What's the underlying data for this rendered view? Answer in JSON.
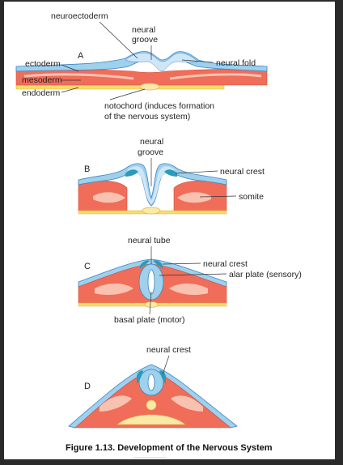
{
  "figure": {
    "caption": "Figure 1.13.  Development of the Nervous System",
    "colors": {
      "ectoderm": "#9fd0ec",
      "ectoderm_edge": "#3c86c4",
      "neural_plate": "#cfe6f6",
      "mesoderm": "#f06d5a",
      "mesoderm_light": "#f9c2b0",
      "endoderm": "#f7dc6a",
      "neural_crest": "#2a9bb8",
      "notochord": "#fbe9a8"
    },
    "panel_a": {
      "letter": "A",
      "labels": {
        "neuroectoderm": "neuroectoderm",
        "neural_groove_1": "neural",
        "neural_groove_2": "groove",
        "ectoderm": "ectoderm",
        "mesoderm": "mesoderm",
        "endoderm": "endoderm",
        "neural_fold": "neural fold",
        "notochord_1": "notochord (induces formation",
        "notochord_2": "of the nervous system)"
      }
    },
    "panel_b": {
      "letter": "B",
      "labels": {
        "neural_groove_1": "neural",
        "neural_groove_2": "groove",
        "neural_crest": "neural crest",
        "somite": "somite"
      }
    },
    "panel_c": {
      "letter": "C",
      "labels": {
        "neural_tube": "neural tube",
        "neural_crest": "neural crest",
        "alar_plate": "alar plate (sensory)",
        "basal_plate": "basal plate (motor)"
      }
    },
    "panel_d": {
      "letter": "D",
      "labels": {
        "neural_crest": "neural crest"
      }
    }
  }
}
